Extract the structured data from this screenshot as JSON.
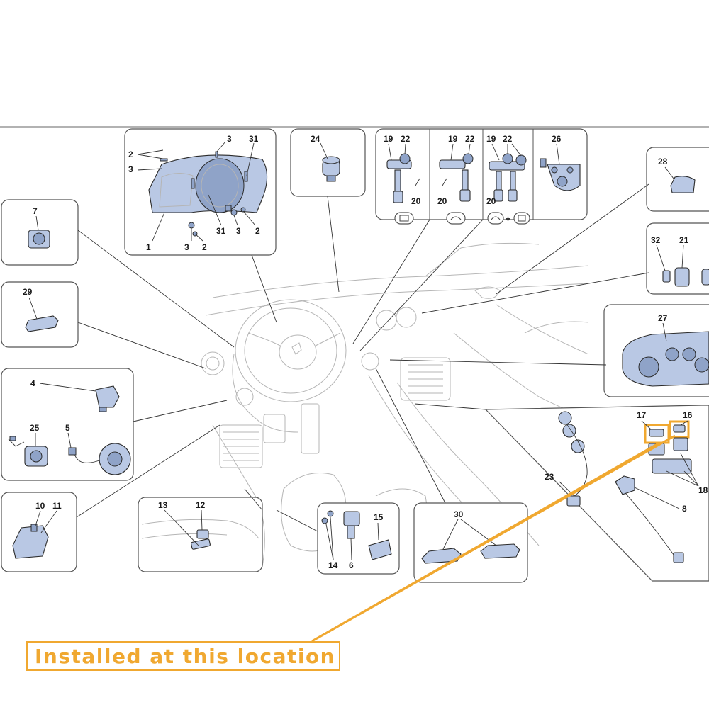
{
  "callout": {
    "text": "Installed at this location",
    "color": "#f0a830"
  },
  "colors": {
    "part_fill": "#b9c8e4",
    "outline": "#2a2a2a",
    "highlight": "#f0a830"
  },
  "labels": {
    "l1": "1",
    "l2a": "2",
    "l2b": "2",
    "l2c": "2",
    "l3a": "3",
    "l3b": "3",
    "l3c": "3",
    "l3d": "3",
    "l31a": "31",
    "l31b": "31",
    "l24": "24",
    "l19a": "19",
    "l22a": "22",
    "l20a": "20",
    "l19b": "19",
    "l22b": "22",
    "l20b": "20",
    "l19c": "19",
    "l22c": "22",
    "l20c": "20",
    "l26": "26",
    "l28": "28",
    "l32": "32",
    "l21": "21",
    "l27": "27",
    "l7": "7",
    "l29": "29",
    "l4": "4",
    "l25": "25",
    "l5": "5",
    "l10": "10",
    "l11": "11",
    "l13": "13",
    "l12": "12",
    "l14": "14",
    "l6": "6",
    "l15": "15",
    "l30": "30",
    "l23": "23",
    "l17": "17",
    "l16": "16",
    "l18": "18",
    "l8": "8",
    "plus": "+"
  }
}
